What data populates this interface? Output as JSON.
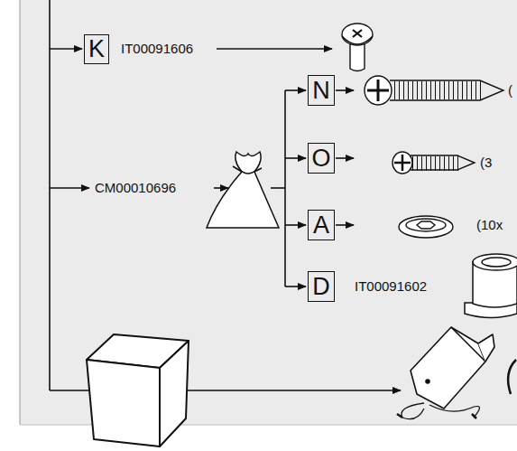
{
  "diagram": {
    "nodes": [
      {
        "text": [
          "K"
        ]
      },
      {
        "text": [
          "N"
        ]
      },
      {
        "text": [
          "O"
        ]
      },
      {
        "text": [
          "A"
        ]
      },
      {
        "text": [
          "D"
        ]
      }
    ],
    "labels": [
      "IT00091606",
      "CM00010696",
      "(",
      "(3",
      "(10x",
      "IT00091602"
    ]
  }
}
